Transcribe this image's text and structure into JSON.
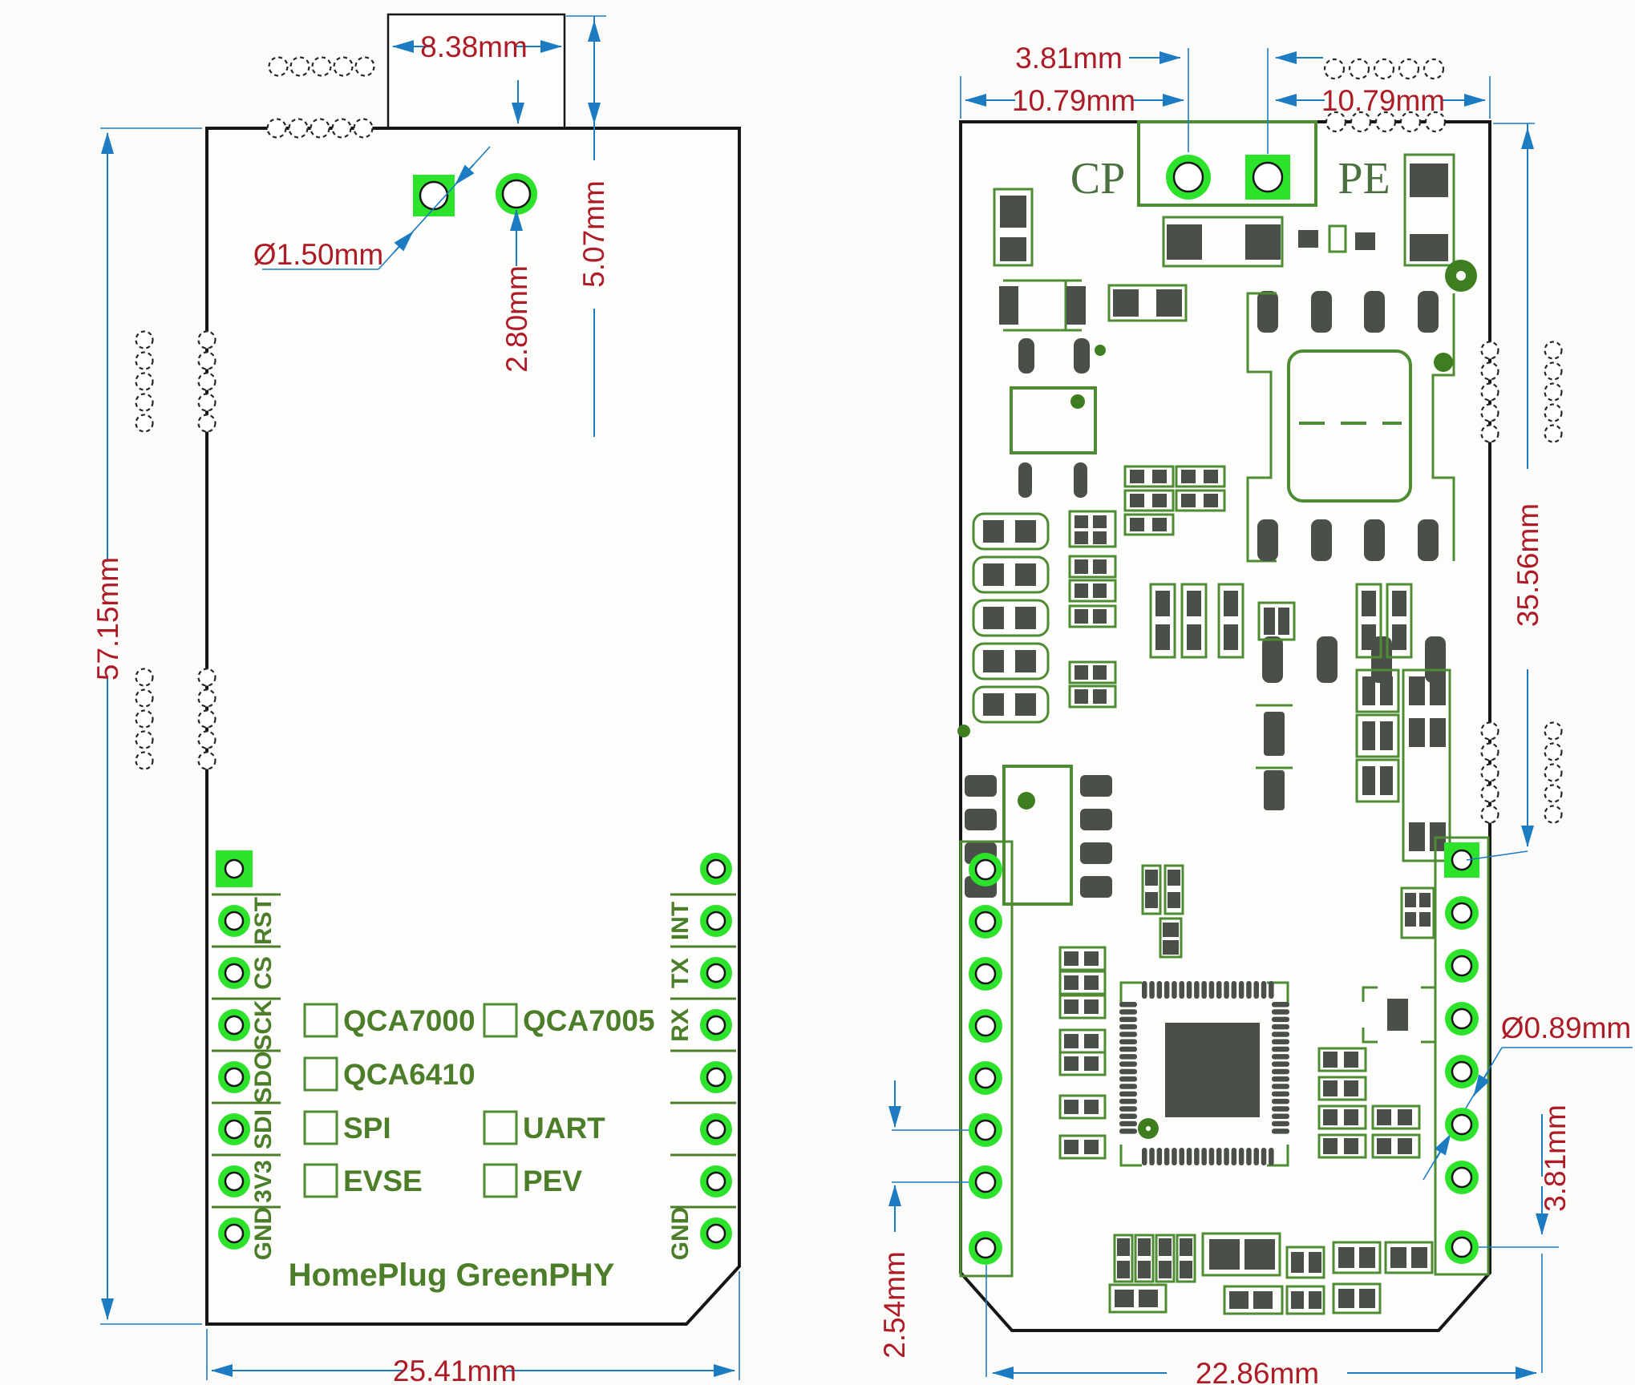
{
  "colors": {
    "dimension_line": "#1d7cc1",
    "dimension_text": "#ad1b26",
    "pad_green": "#2ce22a",
    "silkscreen_green": "#4e8c33",
    "label_green": "#4c7e2a",
    "connector_text_green": "#4b7140",
    "dark_pad": "#4b4f49",
    "board_outline": "#161616",
    "background": "#fbfbfa"
  },
  "left_board": {
    "title": "HomePlug GreenPHY",
    "pin_labels_left": [
      "RST",
      "CS",
      "SCK",
      "SDO",
      "SDI",
      "3V3",
      "GND"
    ],
    "pin_labels_right": [
      "INT",
      "TX",
      "RX",
      "GND"
    ],
    "options_col1": [
      "QCA7000",
      "QCA6410",
      "SPI",
      "EVSE"
    ],
    "options_col2": [
      "QCA7005",
      "UART",
      "PEV"
    ],
    "dimensions": {
      "tab_width": "8.38mm",
      "tab_height": "5.07mm",
      "hole_offset": "2.80mm",
      "hole_diameter": "Ø1.50mm",
      "board_height": "57.15mm",
      "board_width": "25.41mm"
    }
  },
  "right_board": {
    "pin_cp": "CP",
    "pin_pe": "PE",
    "dimensions": {
      "cp_pe_spacing": "3.81mm",
      "cp_from_left": "10.79mm",
      "pe_from_right": "10.79mm",
      "header_offset": "35.56mm",
      "hole_diameter": "Ø0.89mm",
      "pin_offset": "3.81mm",
      "pin_pitch": "2.54mm",
      "header_span": "22.86mm"
    }
  }
}
